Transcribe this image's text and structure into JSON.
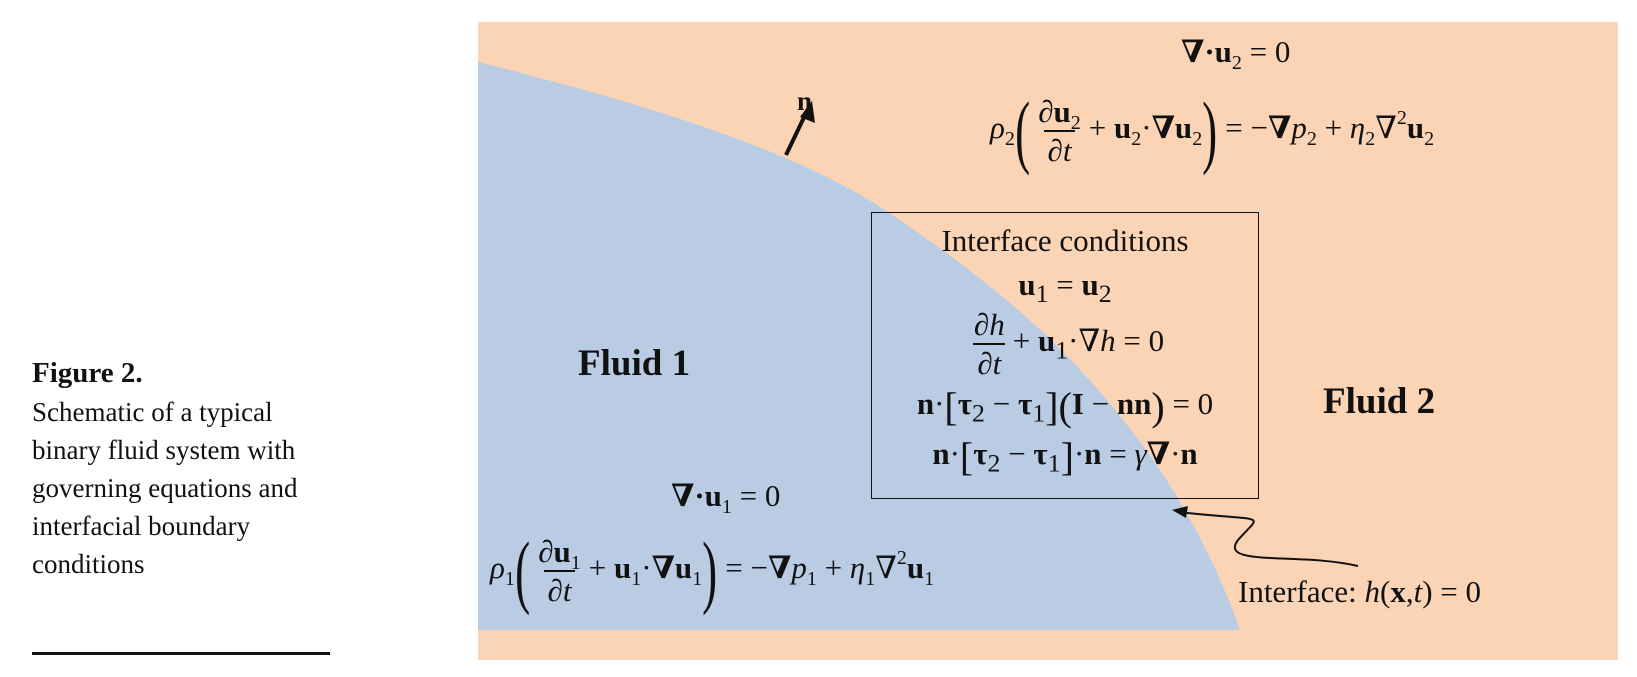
{
  "figure": {
    "title": "Figure 2.",
    "caption": "Schematic of a typical binary fluid system with governing equations and interfacial boundary conditions"
  },
  "diagram": {
    "colors": {
      "fluid1": "#b9cce3",
      "fluid2": "#fbd3b5",
      "border": "#111111"
    },
    "fluid1_label": "Fluid 1",
    "fluid2_label": "Fluid 2",
    "normal_label": "n",
    "interface_box_title": "Interface conditions",
    "interface_label_text": "Interface: ",
    "interface_label_math": "h(x,t) = 0",
    "equations": {
      "fluid2_continuity": "∇·u₂ = 0",
      "fluid2_momentum": "ρ₂(∂u₂/∂t + u₂·∇u₂) = −∇p₂ + η₂∇²u₂",
      "fluid1_continuity": "∇·u₁ = 0",
      "fluid1_momentum": "ρ₁(∂u₁/∂t + u₁·∇u₁) = −∇p₁ + η₁∇²u₁",
      "interface_velocity": "u₁ = u₂",
      "interface_kinematic": "∂h/∂t + u₁·∇h = 0",
      "interface_tangential_stress": "n·[τ₂ − τ₁](I − nn) = 0",
      "interface_normal_stress": "n·[τ₂ − τ₁]·n = γ∇·n"
    }
  }
}
